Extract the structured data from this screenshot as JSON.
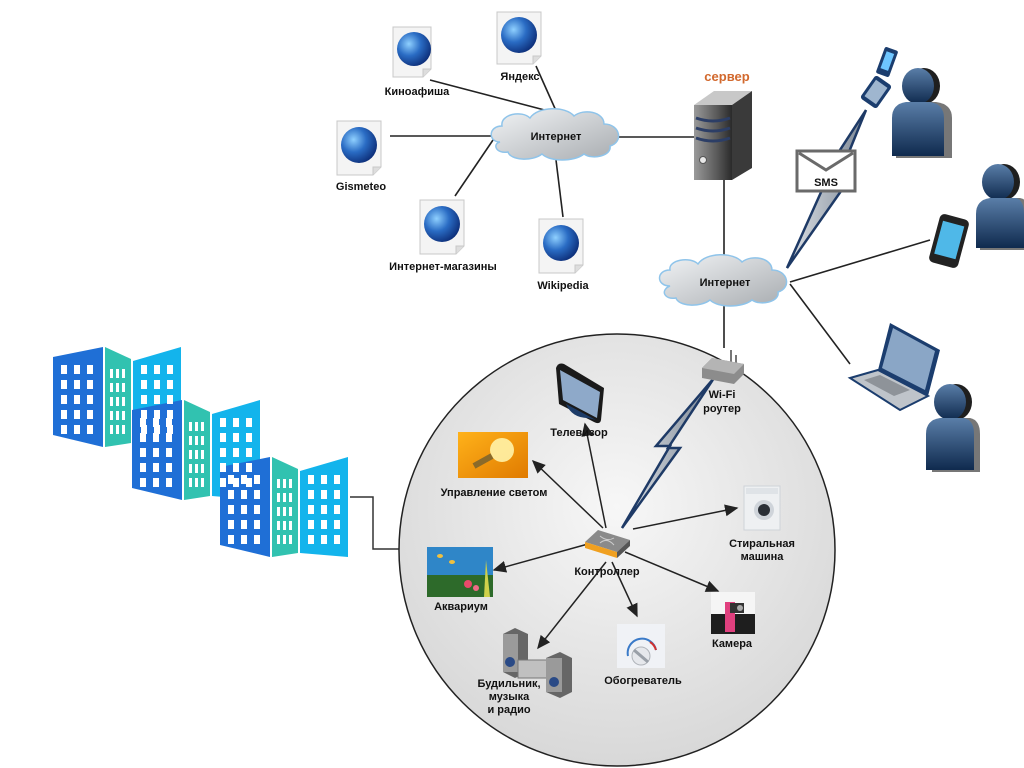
{
  "colors": {
    "server_label": "#d2692e",
    "building_dark": "#1f6fd6",
    "building_mid": "#31c2b0",
    "building_light": "#13b4ec",
    "circle_fill": "#e4e4e4",
    "bolt": "#1e3a66"
  },
  "internet_top": {
    "label": "Интернет",
    "sites": [
      {
        "name": "kinoafisha",
        "label": "Киноафиша",
        "icon": "web-page-globe-icon"
      },
      {
        "name": "yandex",
        "label": "Яндекс",
        "icon": "web-page-globe-icon"
      },
      {
        "name": "gismeteo",
        "label": "Gismeteo",
        "icon": "web-page-globe-icon"
      },
      {
        "name": "internet-shops",
        "label": "Интернет-магазины",
        "icon": "web-page-globe-icon"
      },
      {
        "name": "wikipedia",
        "label": "Wikipedia",
        "icon": "web-page-globe-icon"
      }
    ]
  },
  "server": {
    "label": "сервер",
    "icon": "server-tower-icon"
  },
  "internet_bottom": {
    "label": "Интернет"
  },
  "sms": {
    "label": "SMS",
    "icon": "envelope-icon"
  },
  "users": [
    {
      "device": "flip-phone",
      "icon": "user-silhouette-icon"
    },
    {
      "device": "smartphone",
      "icon": "user-silhouette-icon"
    },
    {
      "device": "laptop",
      "icon": "user-silhouette-icon"
    }
  ],
  "router": {
    "label_line1": "Wi-Fi",
    "label_line2": "роутер"
  },
  "controller": {
    "label": "Контроллер"
  },
  "devices": {
    "tv": "Телевизор",
    "light": "Управление светом",
    "washer_line1": "Стиральная",
    "washer_line2": "машина",
    "aquarium": "Аквариум",
    "camera": "Камера",
    "heater": "Обогреватель",
    "music_line1": "Будильник,",
    "music_line2": "музыка",
    "music_line3": "и радио"
  }
}
